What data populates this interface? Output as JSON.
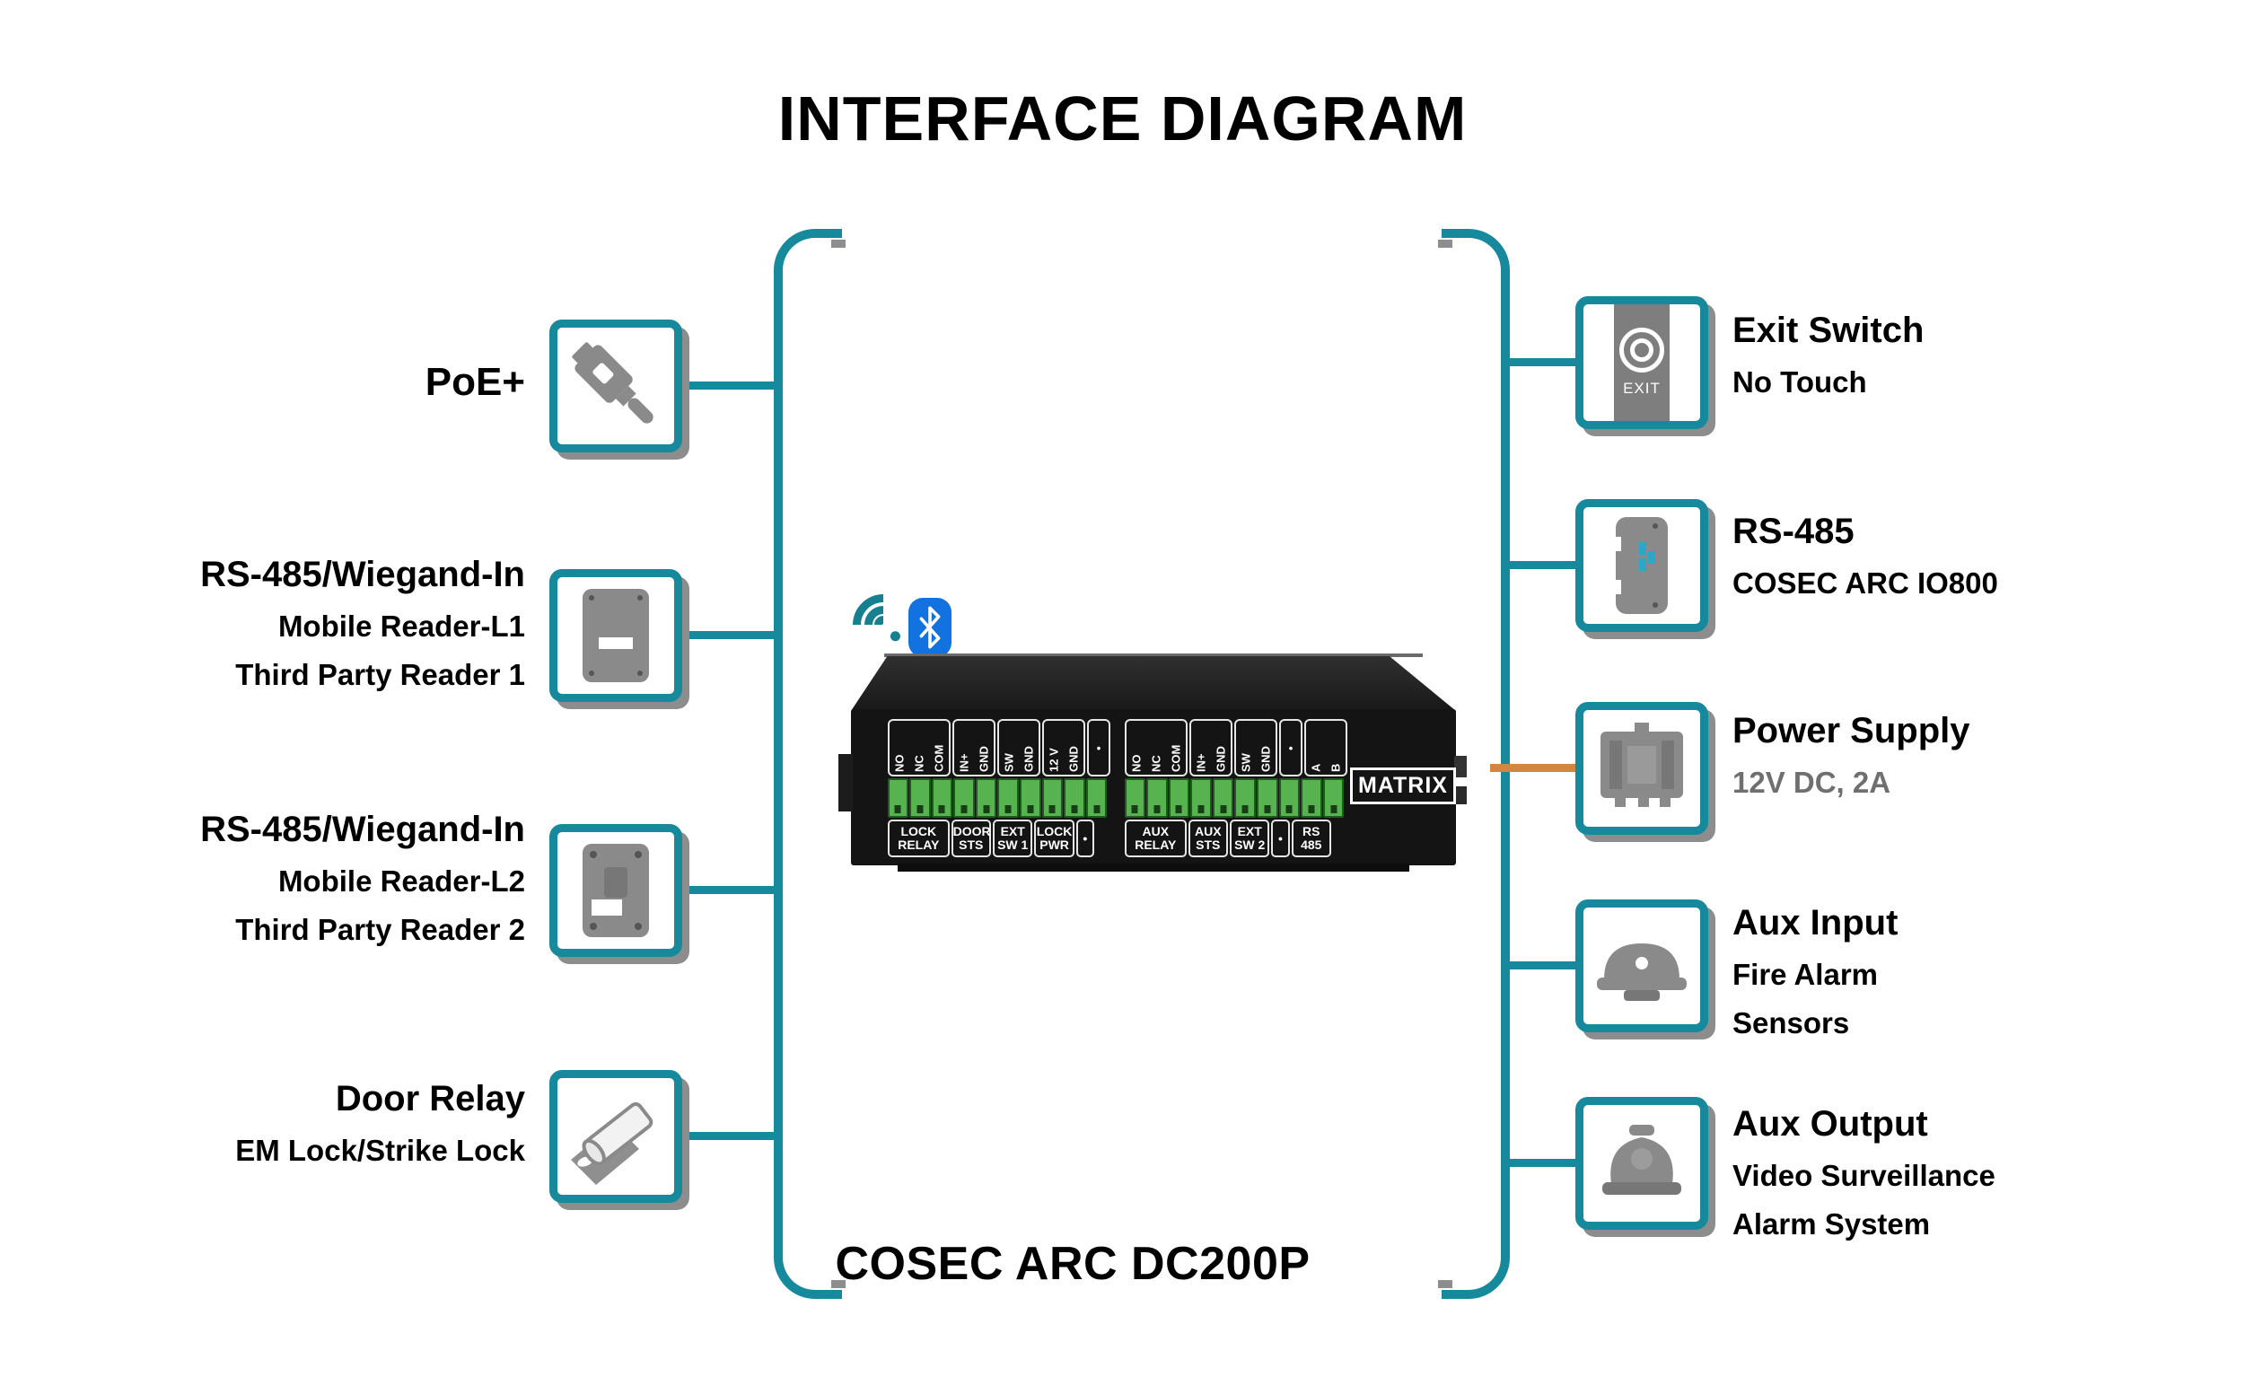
{
  "title": "INTERFACE DIAGRAM",
  "device_name": "COSEC ARC DC200P",
  "colors": {
    "accent_teal": "#17899c",
    "power_line_orange": "#d1873f",
    "shadow_gray": "#8d8d8d",
    "subtitle_gray": "#6f6f6f",
    "bluetooth_blue": "#1273e0",
    "terminal_green": "#56b350",
    "device_black": "#141414"
  },
  "left_items": [
    {
      "heading": "PoE+",
      "sublabels": [],
      "icon": "network-cable-icon"
    },
    {
      "heading": "RS-485/Wiegand-In",
      "sublabels": [
        "Mobile Reader-L1",
        "Third Party Reader 1"
      ],
      "icon": "card-reader-icon"
    },
    {
      "heading": "RS-485/Wiegand-In",
      "sublabels": [
        "Mobile Reader-L2",
        "Third Party Reader 2"
      ],
      "icon": "card-reader-icon"
    },
    {
      "heading": "Door Relay",
      "sublabels": [
        "EM Lock/Strike Lock"
      ],
      "icon": "door-lock-bolt-icon"
    }
  ],
  "right_items": [
    {
      "heading": "Exit Switch",
      "sublabels": [
        "No Touch"
      ],
      "icon": "exit-switch-icon"
    },
    {
      "heading": "RS-485",
      "sublabels": [
        "COSEC ARC IO800"
      ],
      "icon": "io-module-icon"
    },
    {
      "heading": "Power Supply",
      "sublabels": [
        "12V DC, 2A"
      ],
      "sub_style": "gray",
      "icon": "power-supply-icon"
    },
    {
      "heading": "Aux Input",
      "sublabels": [
        "Fire Alarm",
        "Sensors"
      ],
      "icon": "aux-input-sensor-icon"
    },
    {
      "heading": "Aux Output",
      "sublabels": [
        "Video Surveillance",
        "Alarm System"
      ],
      "icon": "aux-output-alarm-icon"
    }
  ],
  "exit_icon_text": "EXIT",
  "brand": "MATRIX",
  "device": {
    "terminal_groups": [
      {
        "pin_groups": [
          [
            "NO",
            "NC",
            "COM"
          ],
          [
            "IN+",
            "GND"
          ],
          [
            "SW",
            "GND"
          ],
          [
            "12 V",
            "GND"
          ],
          [
            "•"
          ]
        ],
        "port_groups": [
          {
            "lines": [
              "LOCK",
              "RELAY"
            ],
            "span": 3
          },
          {
            "lines": [
              "DOOR",
              "STS"
            ],
            "span": 2
          },
          {
            "lines": [
              "EXT",
              "SW 1"
            ],
            "span": 2
          },
          {
            "lines": [
              "LOCK",
              "PWR"
            ],
            "span": 2
          },
          {
            "lines": [
              "•"
            ],
            "span": 1
          }
        ]
      },
      {
        "pin_groups": [
          [
            "NO",
            "NC",
            "COM"
          ],
          [
            "IN+",
            "GND"
          ],
          [
            "SW",
            "GND"
          ],
          [
            "•"
          ],
          [
            "A",
            "B"
          ]
        ],
        "port_groups": [
          {
            "lines": [
              "AUX",
              "RELAY"
            ],
            "span": 3
          },
          {
            "lines": [
              "AUX",
              "STS"
            ],
            "span": 2
          },
          {
            "lines": [
              "EXT",
              "SW 2"
            ],
            "span": 2
          },
          {
            "lines": [
              "•"
            ],
            "span": 1
          },
          {
            "lines": [
              "RS",
              "485"
            ],
            "span": 2
          }
        ]
      }
    ]
  }
}
